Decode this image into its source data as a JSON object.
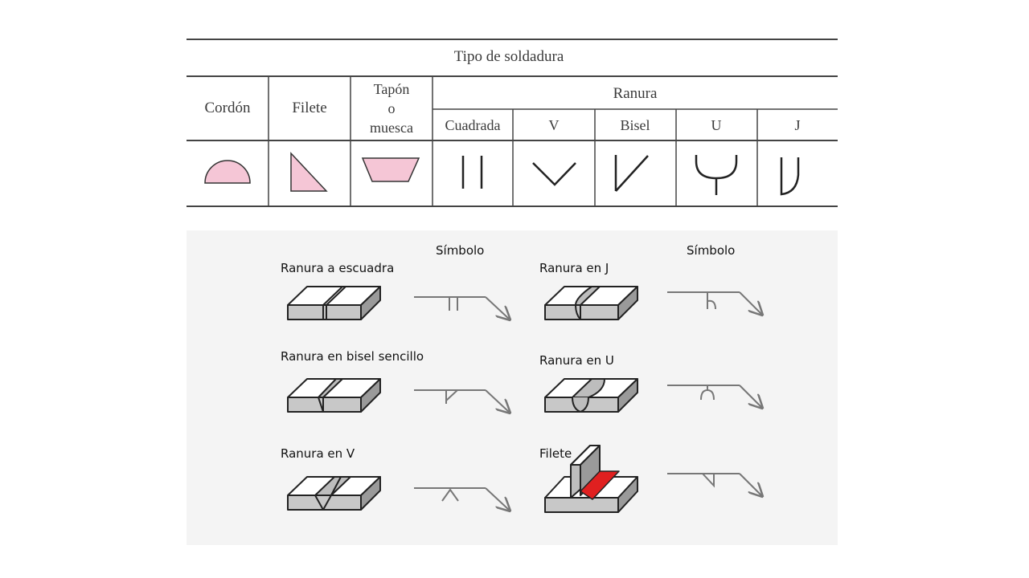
{
  "table": {
    "title": "Tipo de soldadura",
    "columns": {
      "cordon": "Cordón",
      "filete": "Filete",
      "tapon_line1": "Tapón",
      "tapon_line2": "o",
      "tapon_line3": "muesca",
      "ranura": "Ranura"
    },
    "ranura_subcolumns": [
      "Cuadrada",
      "V",
      "Bisel",
      "U",
      "J"
    ],
    "symbol_fill_color": "#f5c6d6",
    "symbol_icons": [
      "bead-symbol-icon",
      "fillet-symbol-icon",
      "plug-symbol-icon",
      "square-groove-symbol-icon",
      "v-groove-symbol-icon",
      "bevel-groove-symbol-icon",
      "u-groove-symbol-icon",
      "j-groove-symbol-icon"
    ]
  },
  "examples": {
    "symbol_header_left": "Símbolo",
    "symbol_header_right": "Símbolo",
    "left": [
      "Ranura a escuadra",
      "Ranura en bisel sencillo",
      "Ranura en V"
    ],
    "right": [
      "Ranura en J",
      "Ranura en U",
      "Filete"
    ],
    "weld_color": "#e02020"
  }
}
